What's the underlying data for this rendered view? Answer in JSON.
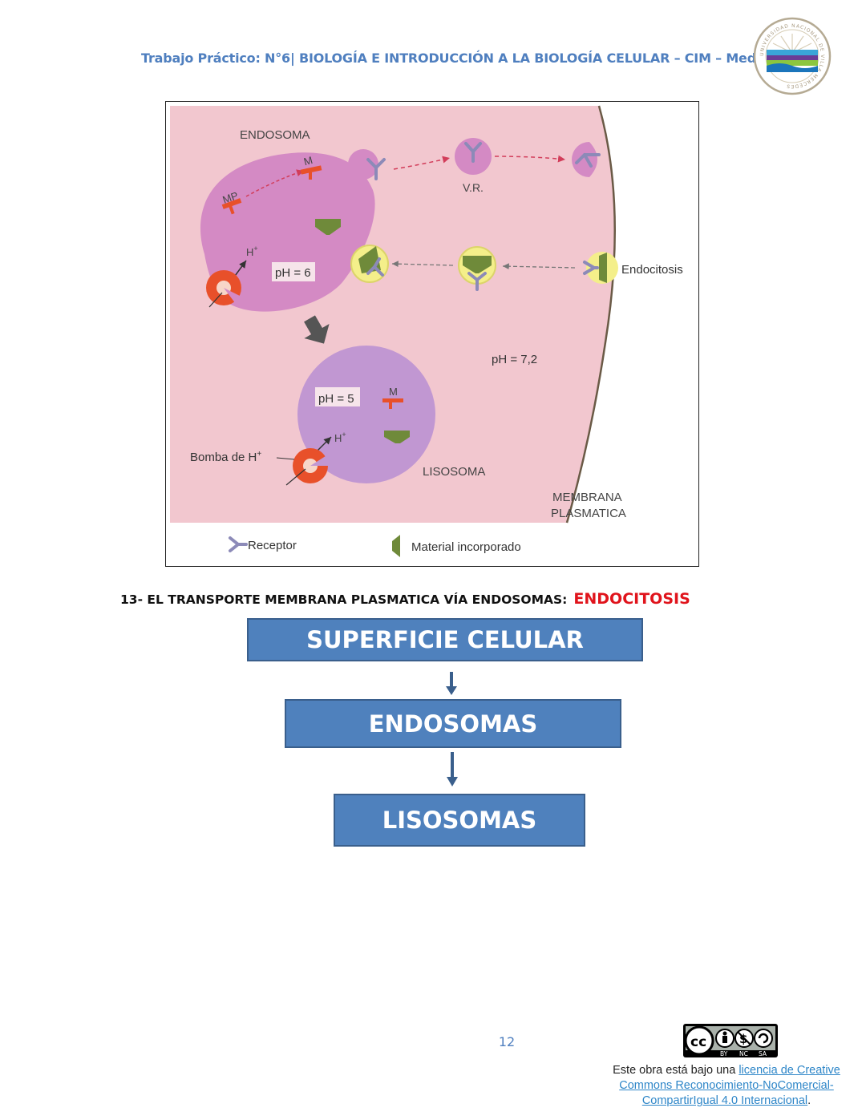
{
  "header": {
    "title": "Trabajo Práctico: N°6| BIOLOGÍA E INTRODUCCIÓN A LA BIOLOGÍA CELULAR – CIM – Medicina",
    "logo_text": "UNIVERSIDAD NACIONAL DE VILLA MERCEDES"
  },
  "figure": {
    "endosoma": "ENDOSOMA",
    "vr": "V.R.",
    "m_label": "M",
    "mp_label": "MP",
    "h_plus": "H",
    "h_sup": "+",
    "ph_endosoma": "pH = 6",
    "ph_cell": "pH = 7,2",
    "ph_lisosoma": "pH = 5",
    "m_label_2": "M",
    "endocitosis": "Endocitosis",
    "bomba": "Bomba de H",
    "lisosoma": "LISOSOMA",
    "membrana_1": "MEMBRANA",
    "membrana_2": "PLASMATICA",
    "legend_receptor": "Receptor",
    "legend_material": "Material incorporado"
  },
  "section": {
    "heading": "13- EL TRANSPORTE MEMBRANA PLASMATICA VÍA ENDOSOMAS:",
    "accent": "ENDOCITOSIS"
  },
  "flow": {
    "box1": "SUPERFICIE CELULAR",
    "box2": "ENDOSOMAS",
    "box3": "LISOSOMAS"
  },
  "footer": {
    "page_number": "12",
    "cc_by": "BY",
    "cc_nc": "NC",
    "cc_sa": "SA",
    "license_prefix": "Este obra está bajo una ",
    "license_link": "licencia de Creative Commons Reconocimiento-NoComercial-CompartirIgual 4.0 Internacional",
    "license_suffix": "."
  },
  "colors": {
    "header_blue": "#4f7fbf",
    "flow_blue": "#4f81bd",
    "accent_red": "#e0141c",
    "cell_pink": "#f2c7cf",
    "organelle_magenta": "#d48ac4",
    "lysosome_violet": "#c197d2",
    "pump_orange": "#e8502a",
    "vesicle_yellow": "#f4ef8a",
    "material_green": "#6f8a3a",
    "receptor_blue": "#8c8ab8"
  }
}
